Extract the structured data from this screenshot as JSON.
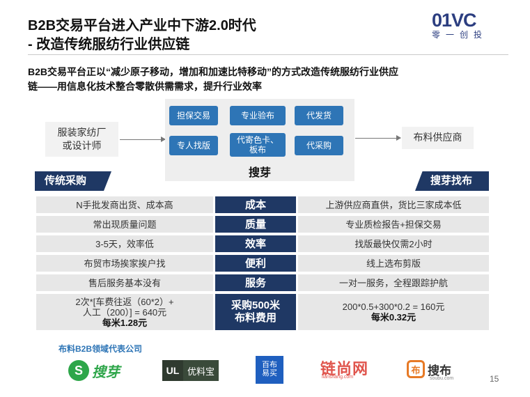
{
  "header": {
    "title_line1": "B2B交易平台进入产业中下游2.0时代",
    "title_line2": "- 改造传统服纺行业供应链",
    "logo_mark": "01VC",
    "logo_sub": "零一创投"
  },
  "subtitle": {
    "line1": "B2B交易平台正以“减少原子移动，增加和加速比特移动”的方式改造传统服纺行业供应",
    "line2": "链——用信息化技术整合零散供需需求，提升行业效率"
  },
  "flow": {
    "left_line1": "服装家纺厂",
    "left_line2": "或设计师",
    "right_label": "布料供应商",
    "center_label": "搜芽",
    "services": [
      "担保交易",
      "专业验布",
      "代发货",
      "专人找版",
      "代寄色卡、",
      "板布",
      "代采购"
    ]
  },
  "comparison": {
    "left_header": "传统采购",
    "right_header": "搜芽找布",
    "rows": [
      {
        "left": "N手批发商出货、成本高",
        "middle": "成本",
        "right": "上游供应商直供，货比三家成本低"
      },
      {
        "left": "常出现质量问题",
        "middle": "质量",
        "right": "专业质检报告+担保交易"
      },
      {
        "left": "3-5天，效率低",
        "middle": "效率",
        "right": "找版最快仅需2小时"
      },
      {
        "left": "布贸市场挨家挨户找",
        "middle": "便利",
        "right": "线上选布剪版"
      },
      {
        "left": "售后服务基本没有",
        "middle": "服务",
        "right": "一对一服务，全程跟踪护航"
      }
    ],
    "cost_row": {
      "left_line1": "2次*[车费往返（60*2）+",
      "left_line2": "人工（200）] = 640元",
      "left_line3": "每米1.28元",
      "middle_line1": "采购500米",
      "middle_line2": "布料费用",
      "right_line1": "200*0.5+300*0.2 = 160元",
      "right_line2": "每米0.32元"
    }
  },
  "representatives": {
    "title": "布料B2B领域代表公司",
    "soya_mark": "S",
    "soya_text": "搜芽",
    "ul_mark": "UL",
    "ul_text": "优料宝",
    "bb_line1": "百布",
    "bb_line2": "易买",
    "lianshang_text": "链尚网",
    "lianshang_sub": "lianshang.com",
    "soubu_mark": "布",
    "soubu_text": "搜布",
    "soubu_sub": "soubu.com"
  },
  "page_number": "15",
  "colors": {
    "navy": "#1f3864",
    "blue": "#2e75b6",
    "gray_cell": "#e7e7e7"
  }
}
